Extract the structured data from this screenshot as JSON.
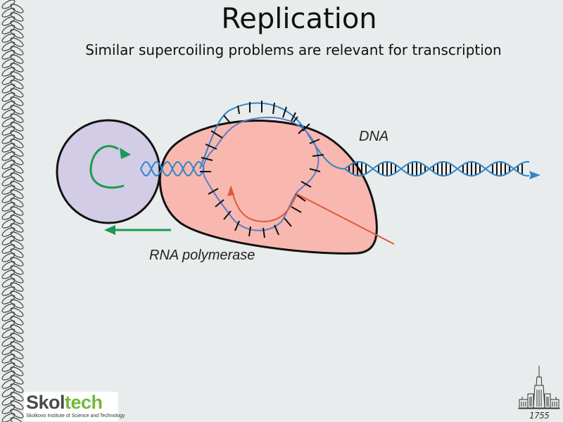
{
  "slide": {
    "title": "Replication",
    "subtitle": "Similar supercoiling problems are relevant for transcription"
  },
  "diagram": {
    "labels": {
      "dna": "DNA",
      "rna_polymerase": "RNA polymerase"
    },
    "colors": {
      "dna_strand": "#2e86c8",
      "rna_strand": "#e05a35",
      "polymerase_fill": "#f8b8b0",
      "swivel_fill": "#d2cce6",
      "rotation_arrow": "#1a9a50",
      "outline": "#111111"
    }
  },
  "footer": {
    "logo": {
      "part_dark": "Skol",
      "part_green": "tech",
      "tagline": "Skolkovo Institute of Science and Technology"
    },
    "page_number": "1755",
    "icons": [
      "chain-border-icon",
      "msu-building-icon"
    ]
  }
}
